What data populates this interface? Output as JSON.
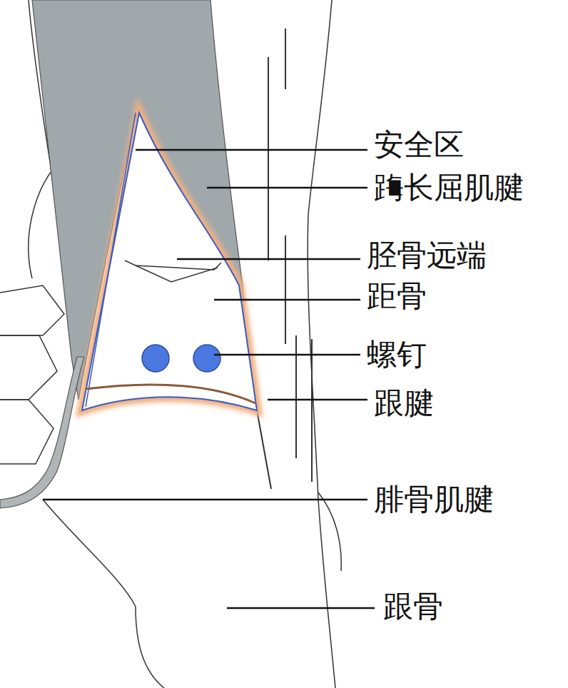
{
  "diagram": {
    "labels": [
      "安全区",
      "踇长屈肌腱",
      "胫骨远端",
      "距骨",
      "螺钉",
      "跟腱",
      "腓骨肌腱",
      "跟骨"
    ]
  }
}
